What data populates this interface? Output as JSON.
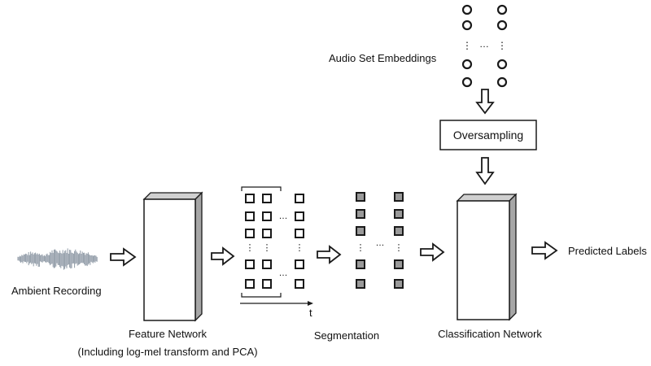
{
  "labels": {
    "audio_set_embeddings": "Audio Set Embeddings",
    "oversampling": "Oversampling",
    "ambient_recording": "Ambient Recording",
    "feature_network": "Feature Network",
    "feature_network_sub": "(Including log-mel transform and PCA)",
    "segmentation": "Segmentation",
    "classification_network": "Classification Network",
    "predicted_labels": "Predicted Labels",
    "time_axis": "t",
    "ellipsis_h": "…",
    "ellipsis_v": "⋮"
  },
  "colors": {
    "stroke": "#1a1a1a",
    "box_fill": "#ffffff",
    "box_side": "#a6a6a6",
    "box_top": "#d0d0d0",
    "segment_fill": "#9a9a9a",
    "waveform": "#8f9aa6"
  }
}
